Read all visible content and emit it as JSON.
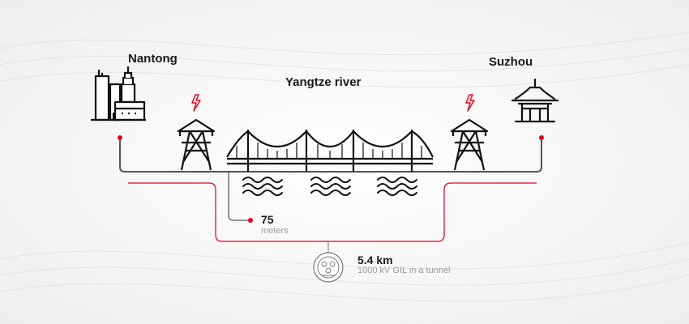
{
  "labels": {
    "left_city": "Nantong",
    "right_city": "Suzhou",
    "river": "Yangtze river",
    "depth_value": "75",
    "depth_unit": "meters",
    "length_value": "5.4 km",
    "length_desc": "1000 kV GIL in a tunnel"
  },
  "colors": {
    "accent": "#e2001a",
    "line": "#555555",
    "icon": "#111111",
    "muted": "#9a9a9a"
  },
  "icons": [
    "city-skyline-icon",
    "lightning-icon",
    "transmission-tower-icon",
    "suspension-bridge-icon",
    "water-waves-icon",
    "pagoda-icon",
    "tunnel-cross-section-icon"
  ]
}
